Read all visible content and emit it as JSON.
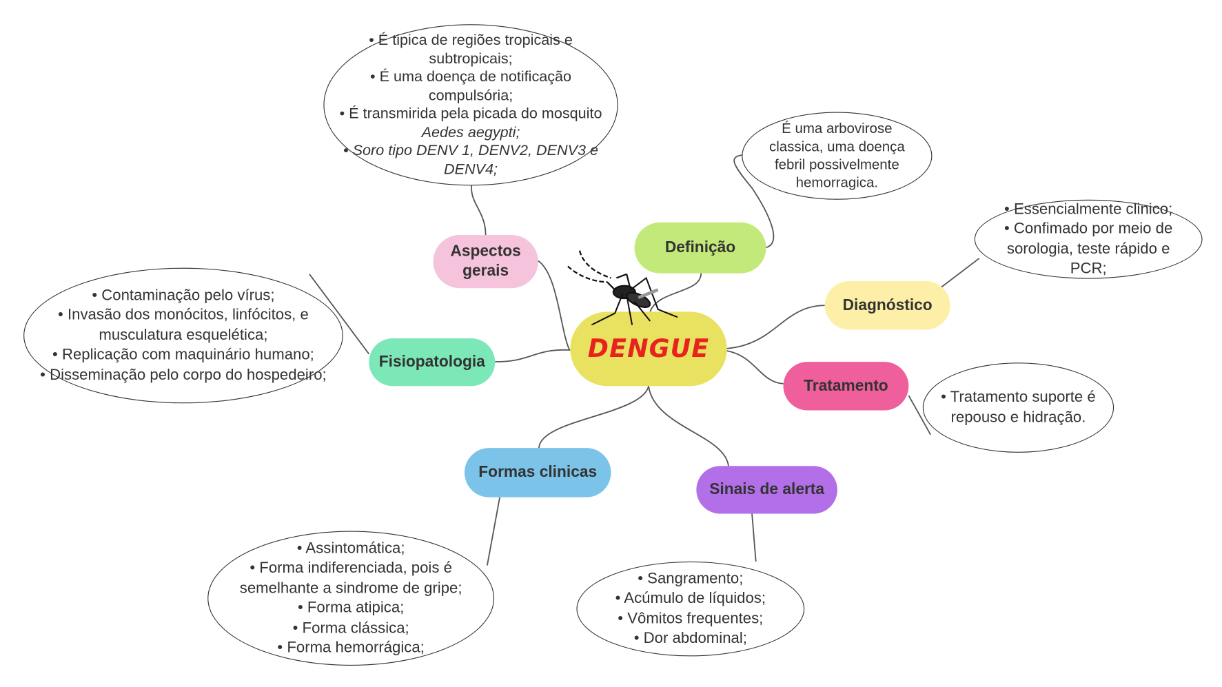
{
  "center": {
    "label": "DENGUE",
    "color": "#e9e160",
    "text_color": "#e8231e",
    "icon": "mosquito-icon"
  },
  "branches": {
    "aspectos": {
      "label": "Aspectos gerais",
      "color": "#f5c4dc",
      "items": [
        "É tipica de regiões tropicais e subtropicais;",
        "É uma doença de notificação compulsória;",
        "É transmirida pela picada do mosquito",
        "Aedes aegypti;",
        "Soro tipo DENV 1, DENV2, DENV3 e DENV4;"
      ]
    },
    "definicao": {
      "label": "Definição",
      "color": "#c3e97a",
      "text": "É uma arbovirose classica, uma doença febril possivelmente hemorragica."
    },
    "diagnostico": {
      "label": "Diagnóstico",
      "color": "#fdefa8",
      "items": [
        "Essencialmente clinico;",
        "Confimado por meio de sorologia, teste rápido e PCR;"
      ]
    },
    "tratamento": {
      "label": "Tratamento",
      "color": "#ef5f9b",
      "items": [
        "Tratamento suporte é repouso e hidração."
      ]
    },
    "sinais": {
      "label": "Sinais de alerta",
      "color": "#b26fe8",
      "items": [
        "Sangramento;",
        "Acúmulo de líquidos;",
        "Vômitos frequentes;",
        "Dor abdominal;"
      ]
    },
    "formas": {
      "label": "Formas clinicas",
      "color": "#7cc3ea",
      "items": [
        "Assintomática;",
        "Forma indiferenciada, pois é semelhante a sindrome de gripe;",
        "Forma atipica;",
        "Forma clássica;",
        "Forma hemorrágica;"
      ]
    },
    "fisio": {
      "label": "Fisiopatologia",
      "color": "#7de8b7",
      "items": [
        "Contaminação pelo vírus;",
        "Invasão dos monócitos, linfócitos, e musculatura esquelética;",
        "Replicação com maquinário humano;",
        "Disseminação pelo corpo do hospedeiro;"
      ]
    }
  }
}
